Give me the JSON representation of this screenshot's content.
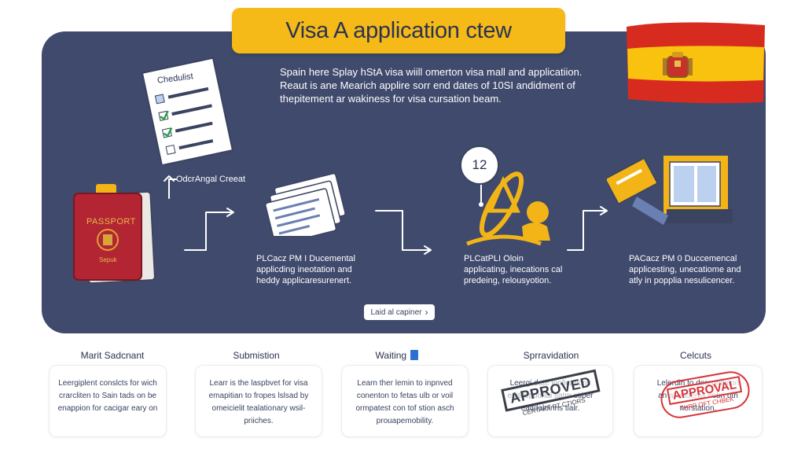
{
  "title": "Visa A application ctew",
  "intro": [
    "Spain here Splay hStA visa wiill omerton visa mall and applicatiion.",
    "Reaut is ane Mearich applire sorr end dates of 10SI andidment of",
    "thepitement ar wakiness for visa cursation beam."
  ],
  "checklist_title": "Chedulist",
  "branch_label": "OdcrAngal Creeat",
  "passport": {
    "label": "PASSPORT",
    "sub": "Sepuk"
  },
  "clock_number": "12",
  "stages": [
    {
      "lines": [
        "PLCacz PM I Ducemental",
        "applicding ineotation and",
        "heddy applicaresurenert."
      ]
    },
    {
      "lines": [
        "PLCatPLI Oloin",
        "applicating, inecations cal",
        "predeing, relousyotion."
      ]
    },
    {
      "lines": [
        "PACacz PM 0 Duccemencal",
        "applicesting, unecatiome and",
        "atly in popplia nesulicencer."
      ]
    }
  ],
  "learn_button": {
    "label": "Laid al capiner",
    "icon": "chevron-right-icon"
  },
  "steps": [
    {
      "heading": "Marit Sadcnant",
      "body": [
        "Leergiplent conslcts for wich",
        "crarcliten to Sain tads on be",
        "enappion for cacigar eary on"
      ]
    },
    {
      "heading": "Submistion",
      "body": [
        "Learr is the laspbvet for visa",
        "emapitian to fropes lslsad by",
        "omeicielit tealationary wsil-",
        "priiches."
      ]
    },
    {
      "heading": "Waiting",
      "body": [
        "Learn ther lemin to inpnved",
        "conenton to fetas ulb or voil",
        "ormpatest con tof stion asch",
        "prouapemobility."
      ]
    },
    {
      "heading": "Sprravidation",
      "body": [
        "Leergi date lopfications",
        "eaitdeptional tiatm etiber",
        "eaitdoloinns tlalr."
      ]
    },
    {
      "heading": "Celcuts",
      "body": [
        "Lelerdin to doregnihiton",
        "an al uadenla eobn oth",
        "nerstation."
      ]
    }
  ],
  "stamps": [
    {
      "text": "APPROVED",
      "sub": "CERTAPT RT CTIORS"
    },
    {
      "text": "APPROVAL",
      "sub": "THRP OFT CHBEK"
    }
  ],
  "colors": {
    "panel": "#3f4a6c",
    "banner": "#f5b918",
    "accent_yellow": "#f2b417",
    "spain_red": "#d72b1f",
    "spain_yellow": "#f8c20f",
    "stamp_red": "#d6353a",
    "stamp_dark": "#3b3f4a"
  }
}
